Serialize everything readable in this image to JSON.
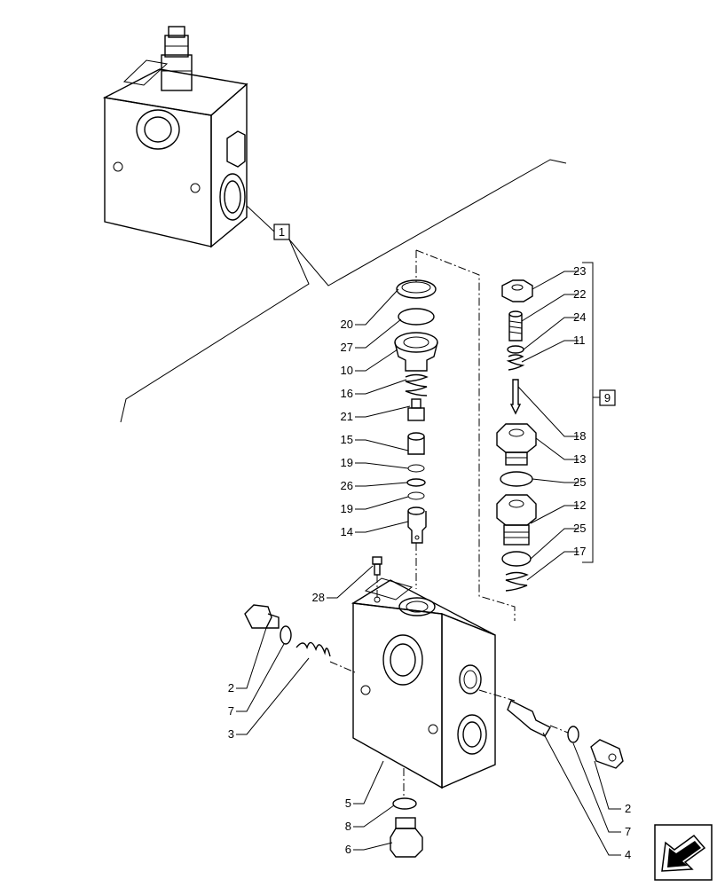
{
  "callouts": {
    "c1": "1",
    "c9": "9",
    "p20": "20",
    "p27": "27",
    "p10": "10",
    "p16": "16",
    "p21": "21",
    "p15": "15",
    "p19a": "19",
    "p26": "26",
    "p19b": "19",
    "p14": "14",
    "p28": "28",
    "p23": "23",
    "p22": "22",
    "p24": "24",
    "p11": "11",
    "p18": "18",
    "p13": "13",
    "p25a": "25",
    "p12": "12",
    "p25b": "25",
    "p17": "17",
    "p2a": "2",
    "p7a": "7",
    "p3": "3",
    "p5": "5",
    "p8": "8",
    "p6": "6",
    "p2b": "2",
    "p7b": "7",
    "p4": "4"
  },
  "icons": {
    "nav": "arrow-bottom-left-icon"
  }
}
